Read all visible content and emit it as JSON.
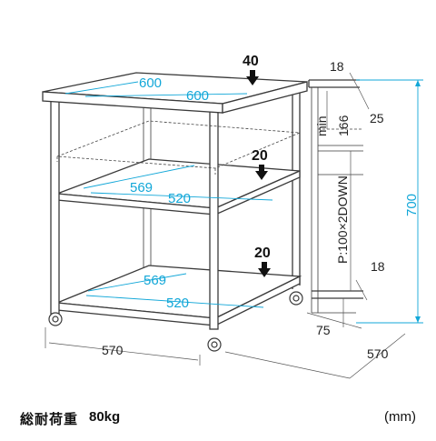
{
  "diagram": {
    "top_depth": "600",
    "top_width": "600",
    "mid_depth": "569",
    "mid_width": "520",
    "bot_depth": "569",
    "bot_width": "520",
    "load_top": "40",
    "load_mid": "20",
    "load_bot": "20",
    "base_width": "570",
    "base_depth": "570",
    "height_total": "700",
    "side_top_thickness": "18",
    "side_top_gap": "25",
    "side_min_label": "min",
    "side_min_value": "166",
    "side_pitch": "P:100×2DOWN",
    "side_bot_thickness": "18",
    "side_bot_height": "75"
  },
  "footer": {
    "capacity_label": "総耐荷重",
    "capacity_value": "80kg",
    "unit": "(mm)"
  }
}
